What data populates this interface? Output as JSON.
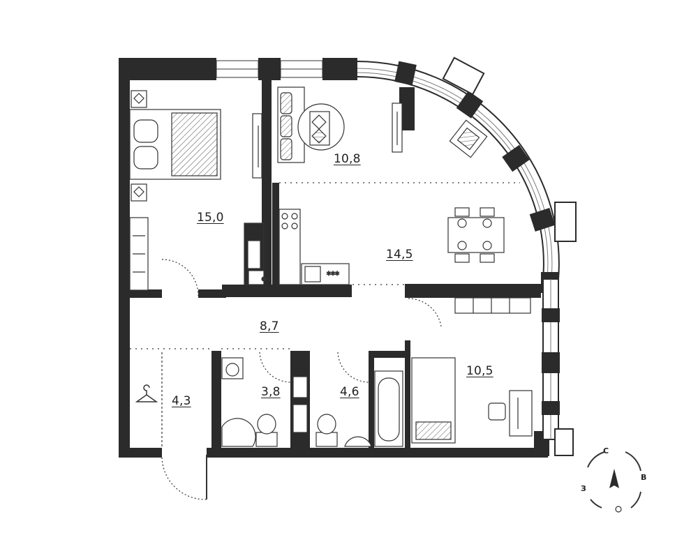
{
  "rooms": {
    "bedroom_left": {
      "area": "15,0"
    },
    "living": {
      "area": "10,8"
    },
    "kitchen": {
      "area": "14,5"
    },
    "hall": {
      "area": "8,7"
    },
    "closet": {
      "area": "4,3"
    },
    "bath_small": {
      "area": "3,8"
    },
    "bath_large": {
      "area": "4,6"
    },
    "bedroom_right": {
      "area": "10,5"
    }
  },
  "compass": {
    "north": "С",
    "east": "В",
    "west": "З"
  },
  "colors": {
    "wall": "#2b2b2b",
    "line": "#333333",
    "window": "#e8eef2"
  }
}
